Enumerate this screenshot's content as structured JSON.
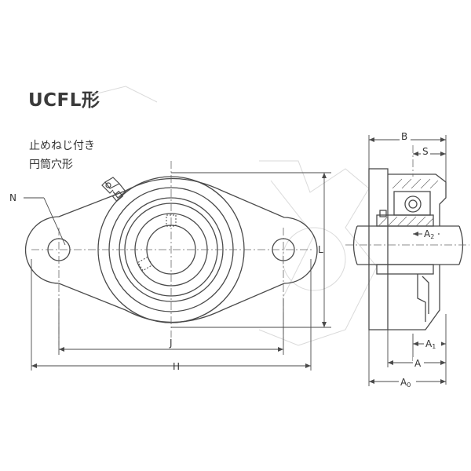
{
  "diagram": {
    "title": "UCFL形",
    "subtitle_lines": [
      "止めねじ付き",
      "円筒穴形"
    ],
    "dimension_labels": {
      "N": "N",
      "J": "J",
      "H": "H",
      "L": "L",
      "B": "B",
      "S": "S",
      "A2": "A",
      "A2_sub": "2",
      "A1": "A",
      "A1_sub": "1",
      "A": "A",
      "A0": "A",
      "A0_sub": "0"
    },
    "line_color": "#4a4a4a",
    "faint_color": "#d6d6d6"
  }
}
